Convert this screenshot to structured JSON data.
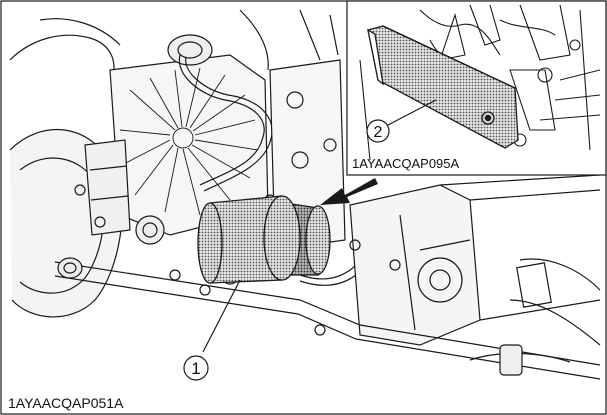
{
  "main_figure": {
    "code": "1AYAACQAP051A",
    "callout_1": "1"
  },
  "inset_figure": {
    "code": "1AYAACQAP095A",
    "callout_2": "2"
  },
  "colors": {
    "line": "#1a1a1a",
    "shade_light": "#d9d9d9",
    "shade_dark": "#9a9a9a",
    "background": "#ffffff"
  }
}
